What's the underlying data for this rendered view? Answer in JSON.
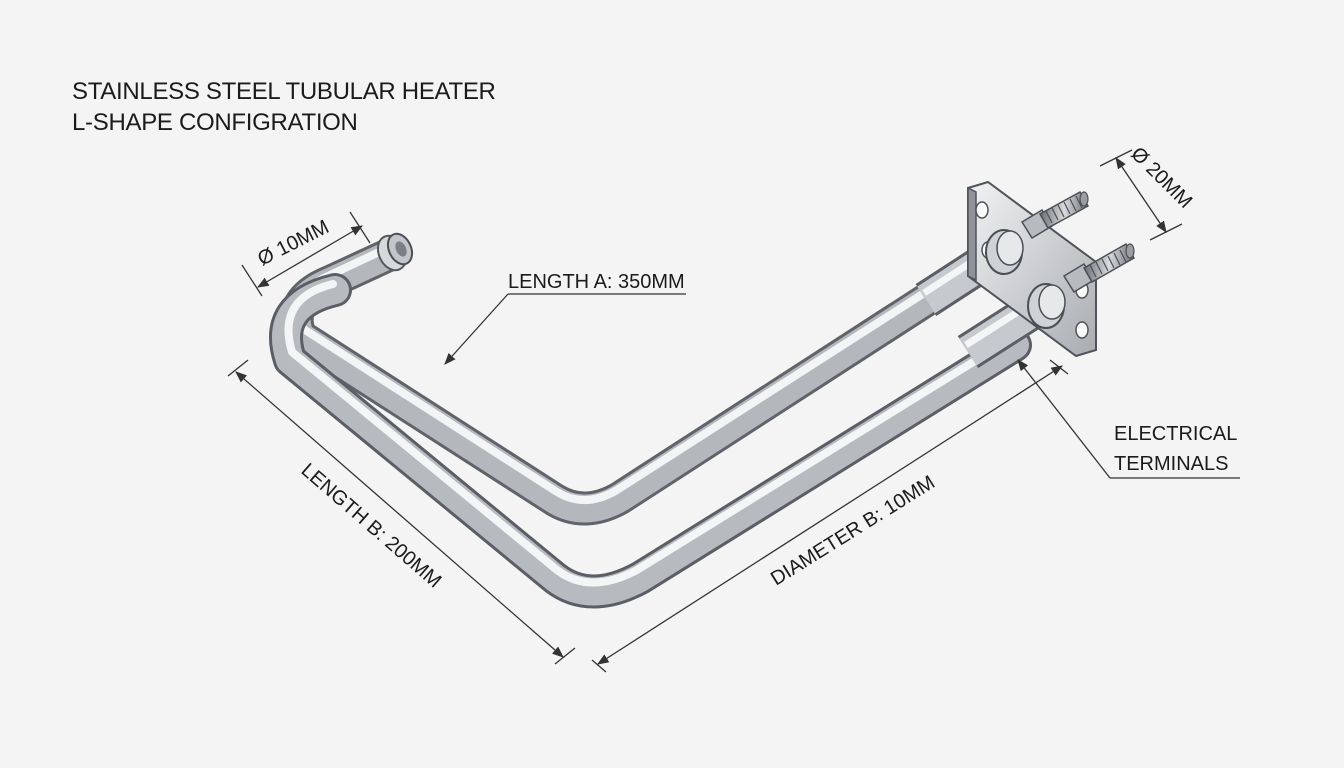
{
  "title": {
    "line1": "STAINLESS STEEL TUBULAR HEATER",
    "line2": "L-SHAPE CONFIGRATION"
  },
  "labels": {
    "dia_small": "Ø 10MM",
    "dia_terminal": "Ø 20MM",
    "length_a": "LENGTH A: 350MM",
    "length_b": "LENGTH B: 200MM",
    "diameter_b": "DIAMETER B: 10MM",
    "terminals_line1": "ELECTRICAL",
    "terminals_line2": "TERMINALS"
  },
  "colors": {
    "background": "#f4f4f4",
    "steel_dark": "#6f7379",
    "steel_light": "#eef0f2",
    "dimension_line": "#333333"
  }
}
